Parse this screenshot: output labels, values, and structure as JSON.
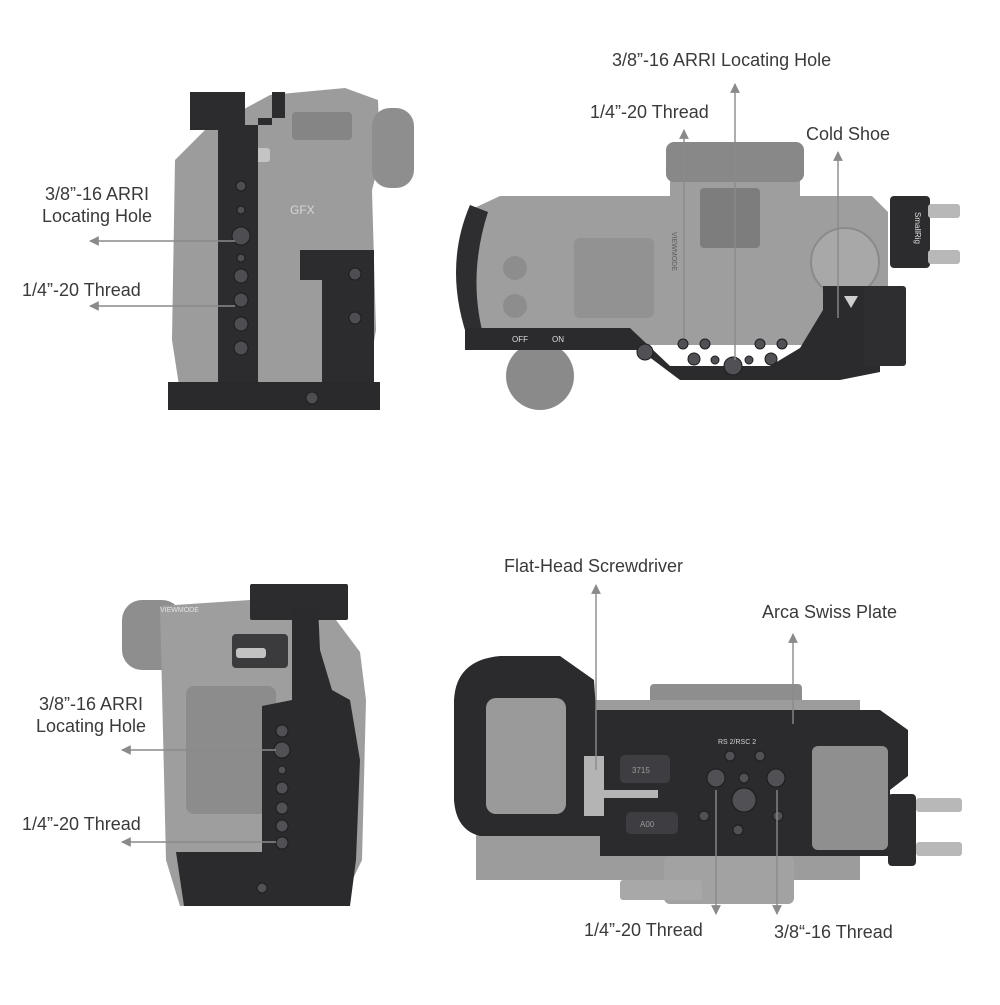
{
  "colors": {
    "camera_body": "#9a9a9a",
    "camera_dark": "#7d7d7d",
    "cage_metal": "#2b2b2d",
    "cage_edge": "#4a4a4e",
    "leader_line": "#8a8a8a",
    "label_text": "#3a3a3a"
  },
  "camera_markings": {
    "brand": "GFX",
    "viewmode": "VIEWMODE",
    "off": "OFF",
    "on": "ON",
    "smallrig": "SmallRig",
    "rs_label": "RS 2/RSC 2",
    "port_a": "3715",
    "port_b": "A00"
  },
  "views": {
    "side_left": {
      "labels": {
        "arri": "3/8”-16 ARRI\nLocating Hole",
        "thread": "1/4”-20 Thread"
      }
    },
    "top": {
      "labels": {
        "arri": "3/8”-16 ARRI Locating Hole",
        "thread": "1/4”-20 Thread",
        "cold_shoe": "Cold Shoe"
      }
    },
    "side_right": {
      "labels": {
        "arri": "3/8”-16 ARRI\nLocating Hole",
        "thread": "1/4”-20 Thread"
      }
    },
    "bottom": {
      "labels": {
        "screwdriver": "Flat-Head Screwdriver",
        "arca": "Arca Swiss Plate",
        "thread_quarter": "1/4”-20 Thread",
        "thread_threeeighths": "3/8“-16 Thread"
      }
    }
  }
}
